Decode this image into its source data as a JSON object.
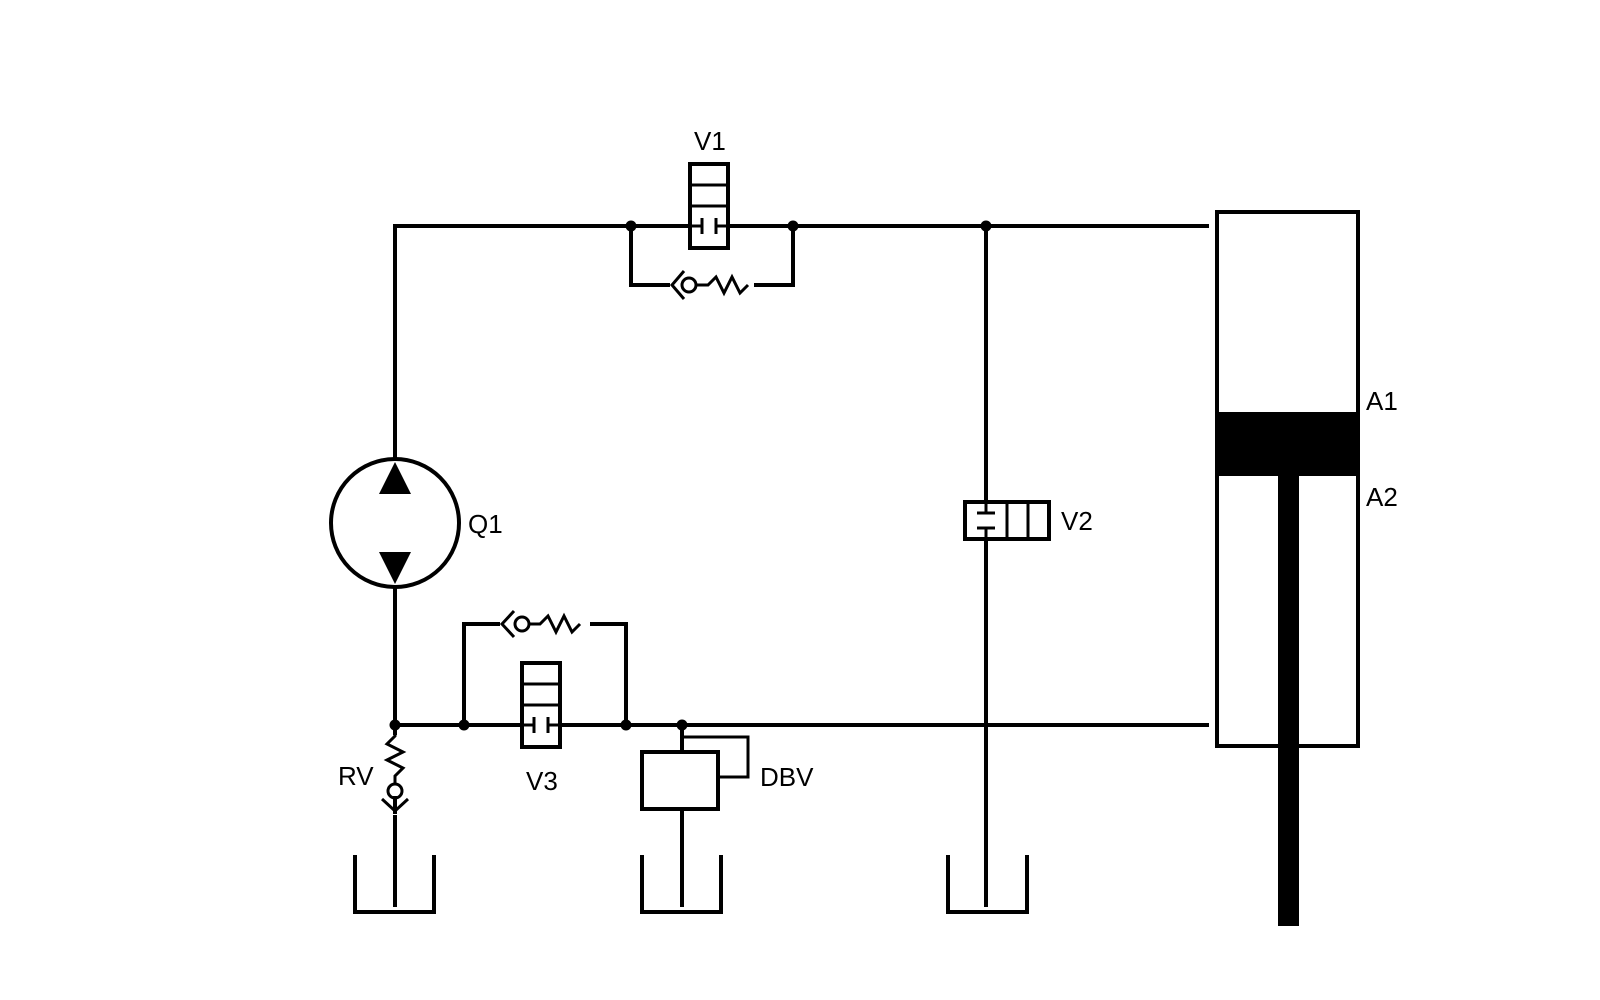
{
  "diagram": {
    "labels": {
      "valve_1": "V1",
      "valve_2": "V2",
      "valve_3": "V3",
      "pump": "Q1",
      "check_valve": "RV",
      "pressure_relief_valve": "DBV",
      "cylinder_area_1": "A1",
      "cylinder_area_2": "A2"
    }
  }
}
